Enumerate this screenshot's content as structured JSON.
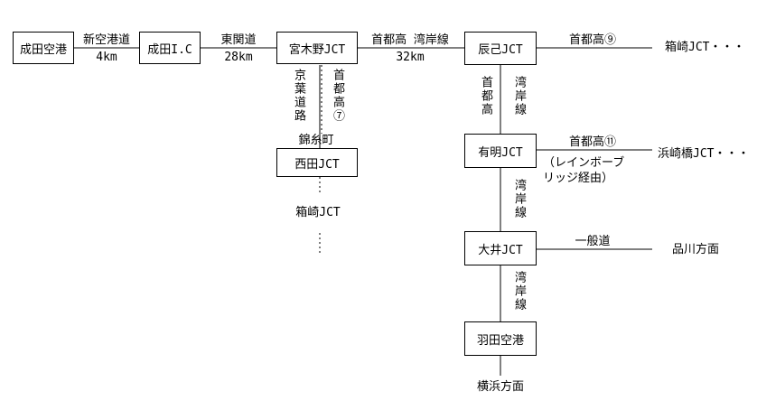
{
  "nodes": {
    "narita_airport": "成田空港",
    "narita_ic": "成田I.C",
    "miyakino_jct": "宮木野JCT",
    "tatsumi_jct": "辰己JCT",
    "nishida_jct": "西田JCT",
    "ariake_jct": "有明JCT",
    "oi_jct": "大井JCT",
    "haneda_airport": "羽田空港"
  },
  "edges": {
    "shin_kuko_road": "新空港道",
    "shin_kuko_dist": "4km",
    "tokan_road": "東関道",
    "tokan_dist": "28km",
    "shutoko_wangan": "首都高 湾岸線",
    "shutoko_wangan_dist": "32km",
    "shutoko9": "首都高⑨",
    "keiyo_road": "京葉道路",
    "shutoko7": "首都高⑦",
    "kinshicho": "錦糸町",
    "shutoko_v": "首都高",
    "wangan_v1": "湾岸線",
    "shutoko11": "首都高⑪",
    "rainbow_bridge": "（レインボーブリッジ経由）",
    "wangan_v2": "湾岸線",
    "ippan_road": "一般道",
    "wangan_v3": "湾岸線"
  },
  "destinations": {
    "hakozaki_right": "箱崎JCT・・・",
    "hamazakibashi": "浜崎橋JCT・・・",
    "shinagawa": "品川方面",
    "hakozaki_below": "箱崎JCT",
    "yokohama": "横浜方面"
  }
}
